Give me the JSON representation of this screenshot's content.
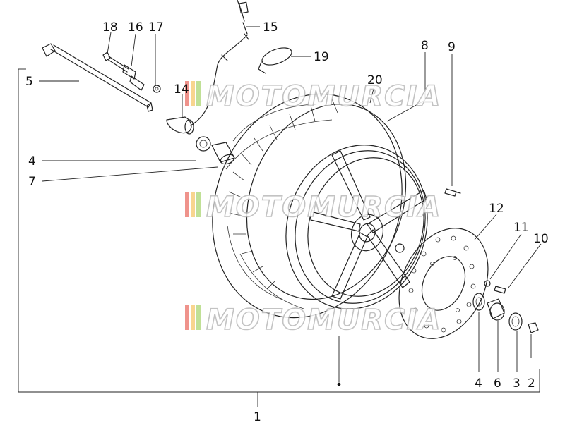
{
  "callouts": {
    "c1": "1",
    "c2": "2",
    "c3": "3",
    "c4a": "4",
    "c4b": "4",
    "c5": "5",
    "c6": "6",
    "c7": "7",
    "c8": "8",
    "c9": "9",
    "c10": "10",
    "c11": "11",
    "c12": "12",
    "c14": "14",
    "c15": "15",
    "c16": "16",
    "c17": "17",
    "c18": "18",
    "c19": "19",
    "c20": "20"
  },
  "watermark": {
    "text": "MOTOMURCIA",
    "colors": [
      "#e23b2e",
      "#f2b233",
      "#8cc63f"
    ]
  }
}
